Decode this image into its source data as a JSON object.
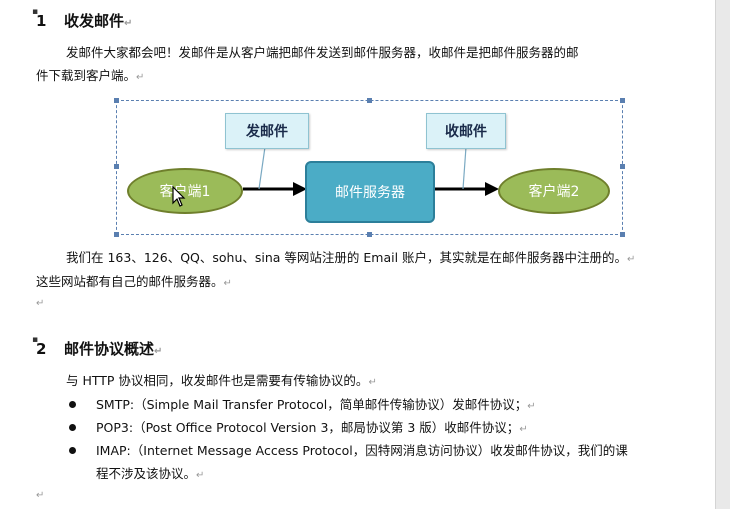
{
  "section1": {
    "number": "1",
    "title": "收发邮件",
    "paragraph_line1": "发邮件大家都会吧！发邮件是从客户端把邮件发送到邮件服务器，收邮件是把邮件服务器的邮",
    "paragraph_line2": "件下载到客户端。"
  },
  "diagram": {
    "send_label": "发邮件",
    "receive_label": "收邮件",
    "client1": "客户端1",
    "server": "邮件服务器",
    "client2": "客户端2",
    "colors": {
      "ellipse": "#9bbb59",
      "server": "#4bacc6",
      "label_box": "#dbf2f8"
    }
  },
  "paragraph2": {
    "line1": "我们在 163、126、QQ、sohu、sina 等网站注册的 Email 账户，其实就是在邮件服务器中注册的。",
    "line2": "这些网站都有自己的邮件服务器。"
  },
  "section2": {
    "number": "2",
    "title": "邮件协议概述",
    "intro": "与 HTTP 协议相同，收发邮件也是需要有传输协议的。",
    "items": [
      "SMTP:（Simple Mail Transfer Protocol，简单邮件传输协议）发邮件协议；",
      "POP3:（Post Office Protocol Version 3，邮局协议第 3 版）收邮件协议；",
      "IMAP:（Internet Message Access Protocol，因特网消息访问协议）收发邮件协议，我们的课"
    ],
    "item3_line2": "程不涉及该协议。"
  },
  "paragraph_mark": "↵"
}
